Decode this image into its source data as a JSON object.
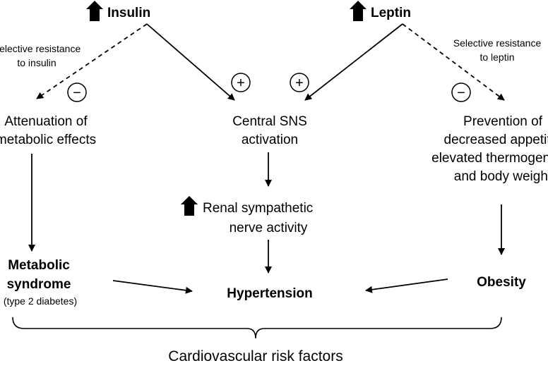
{
  "insulin": {
    "label": "Insulin"
  },
  "leptin": {
    "label": "Leptin"
  },
  "left_note": {
    "line1": "Selective resistance",
    "line2": "to insulin"
  },
  "right_note": {
    "line1": "Selective resistance",
    "line2": "to leptin"
  },
  "signs": {
    "minus": "−",
    "plus": "+"
  },
  "attenuation": {
    "line1": "Attenuation of",
    "line2": "metabolic effects"
  },
  "central_sns": {
    "line1": "Central SNS",
    "line2": "activation"
  },
  "prevention": {
    "line1": "Prevention of",
    "line2": "decreased appetite,",
    "line3": "elevated thermogenesis",
    "line4": "and body weight"
  },
  "renal": {
    "line1": "Renal sympathetic",
    "line2": "nerve activity"
  },
  "metabolic_syndrome": {
    "line1": "Metabolic",
    "line2": "syndrome",
    "line3": "(type 2 diabetes)"
  },
  "hypertension": {
    "label": "Hypertension"
  },
  "obesity": {
    "label": "Obesity"
  },
  "footer": {
    "label": "Cardiovascular risk factors"
  },
  "colors": {
    "ink": "#000000",
    "background": "#ffffff"
  },
  "icons": {
    "increase": "up-arrow-icon"
  }
}
